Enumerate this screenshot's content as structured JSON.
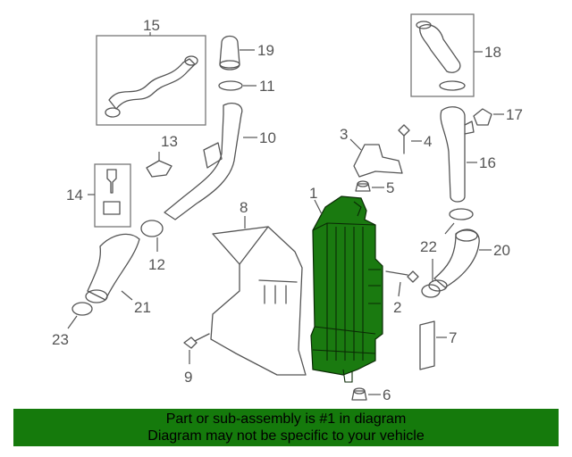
{
  "callouts": [
    "1",
    "2",
    "3",
    "4",
    "5",
    "6",
    "7",
    "8",
    "9",
    "10",
    "11",
    "12",
    "13",
    "14",
    "15",
    "16",
    "17",
    "18",
    "19",
    "20",
    "21",
    "22",
    "23"
  ],
  "banner": {
    "line1": "Part or sub-assembly is #1 in diagram",
    "line2": "Diagram may not be specific to your vehicle"
  },
  "colors": {
    "highlight": "#1a7a10",
    "banner": "#157a0c",
    "line": "#555555"
  }
}
